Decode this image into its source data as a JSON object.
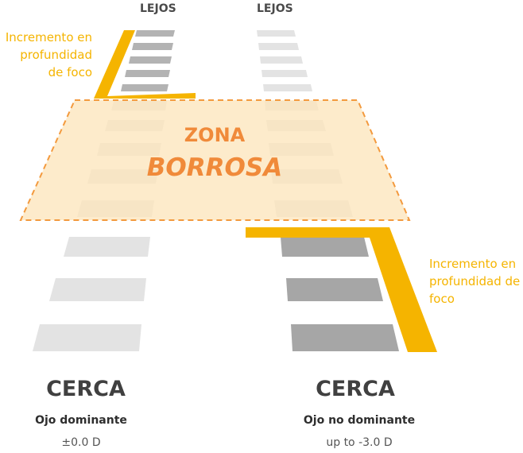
{
  "labels": {
    "far_left": "LEJOS",
    "far_right": "LEJOS",
    "depth_increase_left": "Incremento en profundidad de foco",
    "depth_increase_right": "Incremento en profundidad de foco",
    "blur_zone_line1": "ZONA",
    "blur_zone_line2": "BORROSA",
    "near_left": "CERCA",
    "near_right": "CERCA",
    "eye_left": "Ojo dominante",
    "eye_right": "Ojo no dominante",
    "power_left": "±0.0 D",
    "power_right": "up to -3.0 D"
  },
  "colors": {
    "accent_yellow": "#f5b400",
    "blur_zone_fill": "#fde6bd",
    "blur_zone_border": "#f39a3e",
    "blur_text": "#f08a3a",
    "bar_light": "#e3e3e3",
    "bar_dark": "#a6a6a6"
  }
}
